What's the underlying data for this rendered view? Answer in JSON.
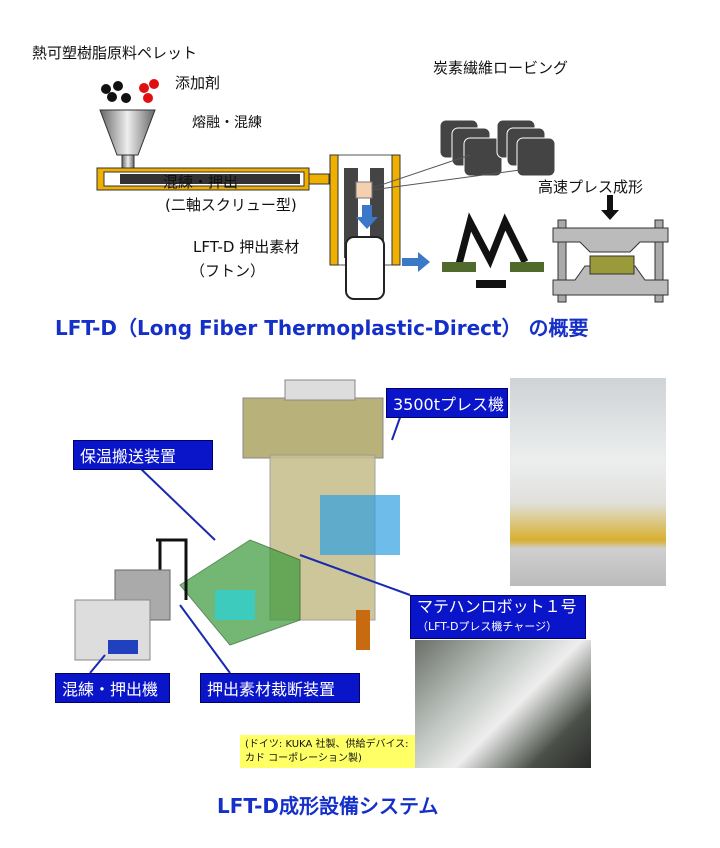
{
  "overview": {
    "pellets_label": "熱可塑樹脂原料ペレット",
    "additive_label": "添加剤",
    "fiber_label": "炭素繊維ロービング",
    "melt_label": "熔融・混練",
    "extrude_label": "混練・押出",
    "screw_label": "(二軸スクリュー型)",
    "press_label": "高速プレス成形",
    "charge_label": "LFT-D 押出素材",
    "futon_label": "（フトン）",
    "title": "LFT-D（Long Fiber Thermoplastic-Direct） の概要"
  },
  "system": {
    "press_label": "3500tプレス機",
    "conveyor_label": "保温搬送装置",
    "robot_label": "マテハンロボット１号",
    "robot_sub": "（LFT-Dプレス機チャージ）",
    "extruder_label": "混練・押出機",
    "cutter_label": "押出素材裁断装置",
    "note_line1": "(ドイツ: KUKA 社製、供給デバイス:",
    "note_line2": "カド コーポレーション製)",
    "title": "LFT-D成形設備システム"
  },
  "colors": {
    "label_bg": "#0a14c8",
    "title": "#1530c8",
    "note_bg": "#ffff66"
  }
}
